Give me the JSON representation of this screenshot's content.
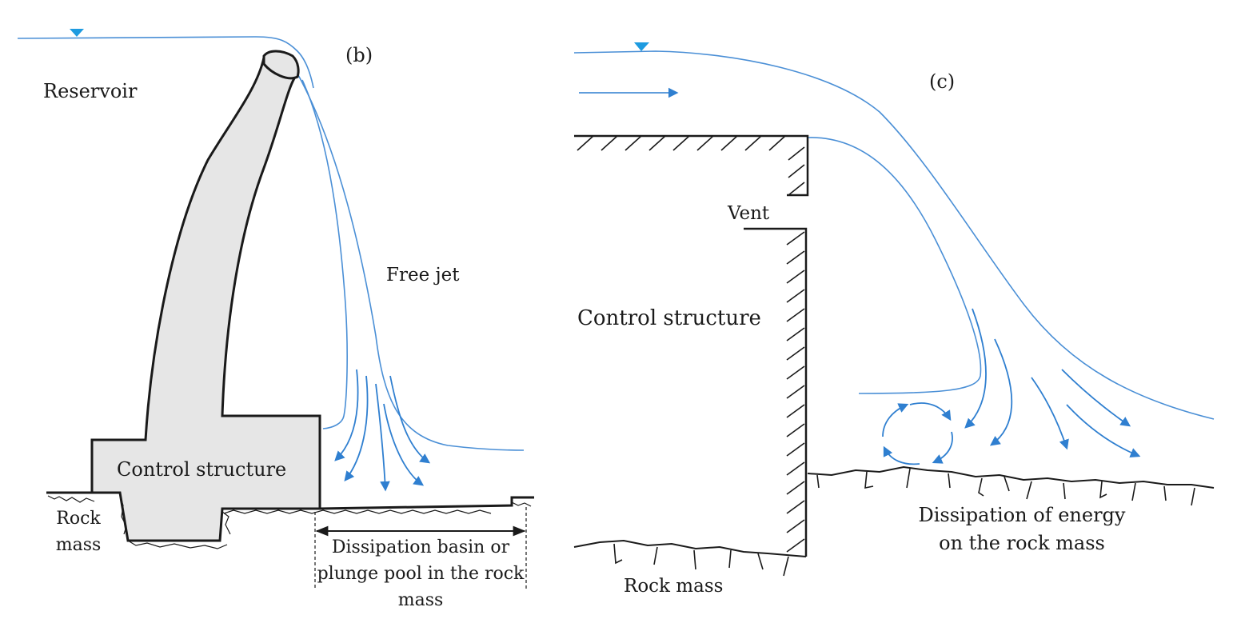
{
  "panel_b": {
    "tag": "(b)",
    "reservoir": "Reservoir",
    "free_jet": "Free jet",
    "control_structure": "Control structure",
    "rock_mass_line1": "Rock",
    "rock_mass_line2": "mass",
    "basin_line1": "Dissipation basin or",
    "basin_line2": "plunge pool in the rock",
    "basin_line3": "mass"
  },
  "panel_c": {
    "tag": "(c)",
    "vent": "Vent",
    "control_structure": "Control structure",
    "dissipation_line1": "Dissipation of energy",
    "dissipation_line2": "on the rock mass",
    "rock_mass": "Rock mass"
  },
  "colors": {
    "water": "#4a8fd6",
    "arrows": "#2f7fd0",
    "structure_fill": "#e6e6e6",
    "ink": "#1a1a1a"
  }
}
